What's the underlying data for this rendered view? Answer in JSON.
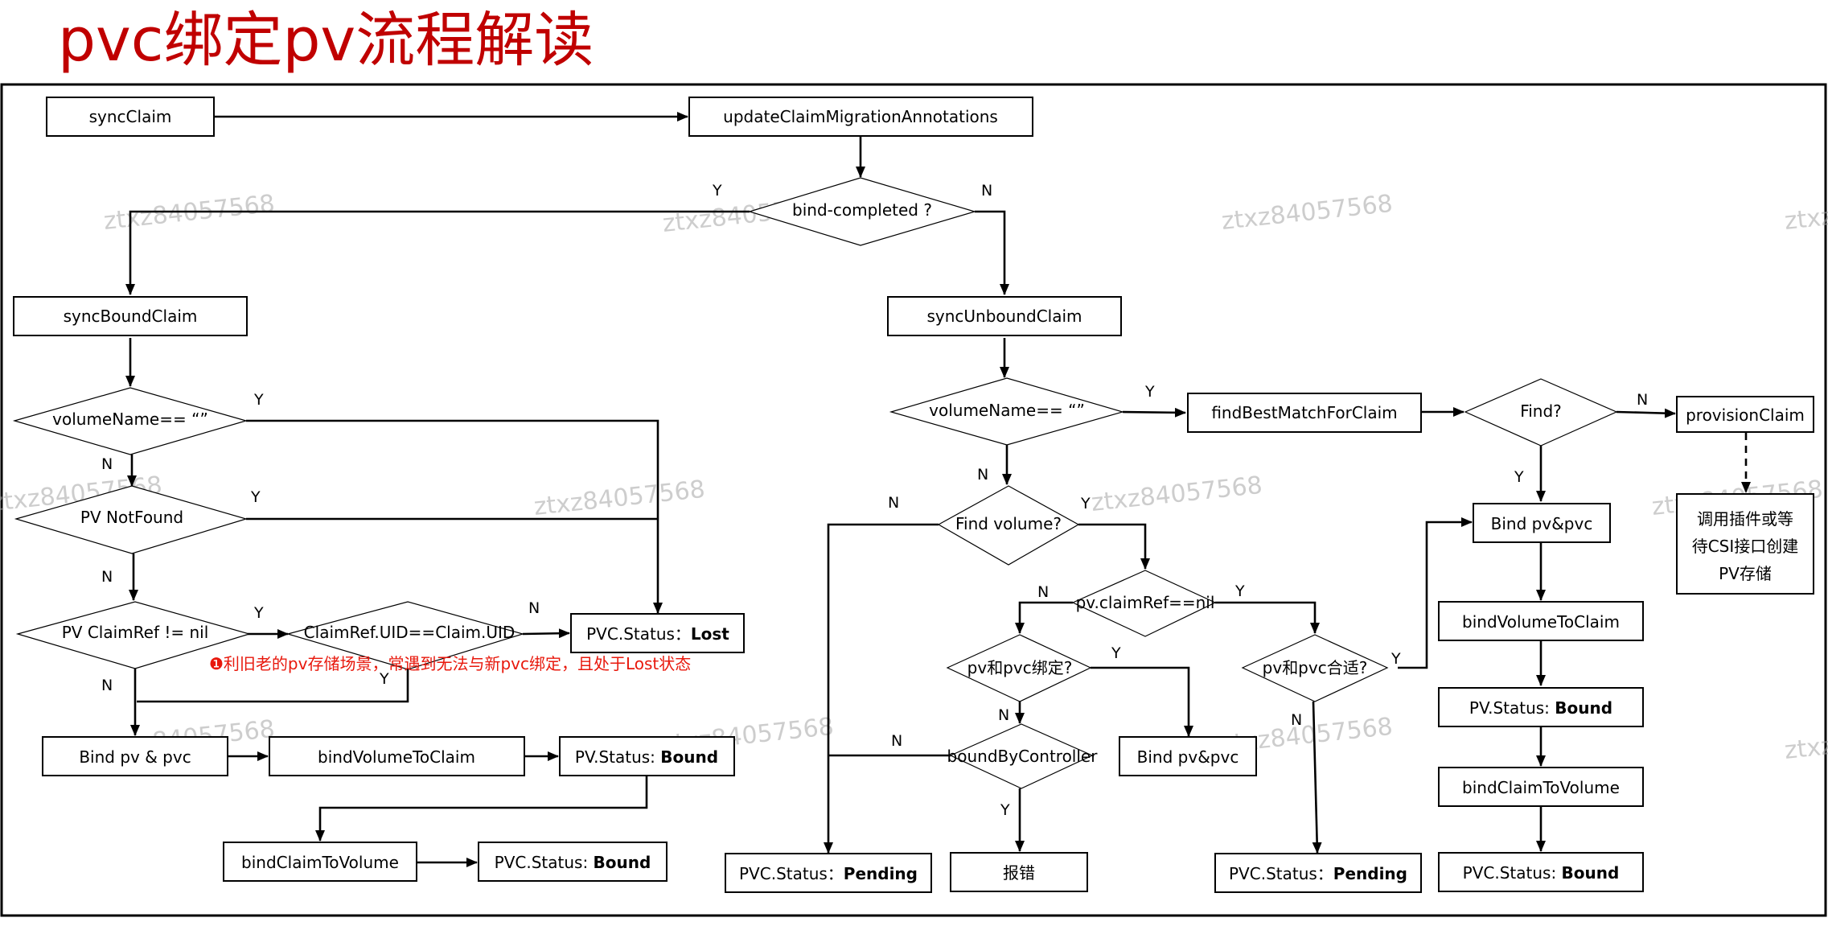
{
  "title": "pvc绑定pv流程解读",
  "watermark": "ztxz84057568",
  "colors": {
    "title": "#c00000",
    "note": "#e8180c",
    "line": "#000000"
  },
  "nodes": {
    "syncClaim": "syncClaim",
    "updateAnno": "updateClaimMigrationAnnotations",
    "bindCompleted": "bind-completed ?",
    "syncBound": "syncBoundClaim",
    "syncUnbound": "syncUnboundClaim",
    "volNameL": "volumeName== “”",
    "pvNotFound": "PV NotFound",
    "pvClaimRef": "PV ClaimRef != nil",
    "uidCheck": "ClaimRef.UID==Claim.UID",
    "lost": {
      "prefix": "PVC.Status：",
      "value": "Lost"
    },
    "bindPvPvcL": "Bind pv & pvc",
    "bindV2CL": "bindVolumeToClaim",
    "pvBoundL": {
      "prefix": "PV.Status: ",
      "value": "Bound"
    },
    "bindC2VL": "bindClaimToVolume",
    "pvcBoundL": {
      "prefix": "PVC.Status: ",
      "value": "Bound"
    },
    "volNameR": "volumeName== “”",
    "findBest": "findBestMatchForClaim",
    "find": "Find?",
    "provision": "provisionClaim",
    "csiBox": [
      "调用插件或等",
      "待CSI接口创建",
      "PV存储"
    ],
    "findVolume": "Find volume?",
    "pvClaimRefNil": "pv.claimRef==nil",
    "pvPvcBound": "pv和pvc绑定?",
    "pvPvcFit": "pv和pvc合适?",
    "boundByController": "boundByController",
    "bindPvPvcM": "Bind pv&pvc",
    "pendingL": {
      "prefix": "PVC.Status：",
      "value": "Pending"
    },
    "error": "报错",
    "pendingR": {
      "prefix": "PVC.Status：",
      "value": "Pending"
    },
    "bindPvPvcR": "Bind pv&pvc",
    "bindV2CR": "bindVolumeToClaim",
    "pvBoundR": {
      "prefix": "PV.Status: ",
      "value": "Bound"
    },
    "bindC2VR": "bindClaimToVolume",
    "pvcBoundR": {
      "prefix": "PVC.Status: ",
      "value": "Bound"
    }
  },
  "edge_labels": {
    "yes": "Y",
    "no": "N"
  },
  "note": "❶利旧老的pv存储场景，常遇到无法与新pvc绑定，且处于Lost状态"
}
